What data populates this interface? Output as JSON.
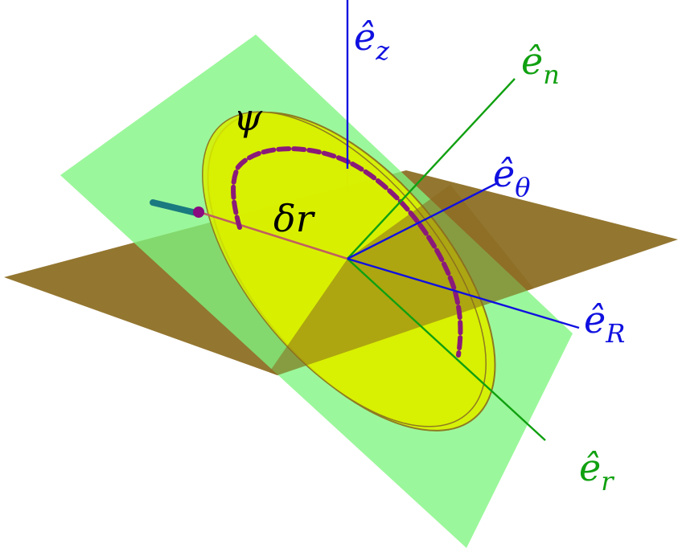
{
  "colors": {
    "horizontal_plane": "#8a6a1e",
    "tilted_plane": "#7ff57f",
    "disk_fill": "#d8f000",
    "disk_edge": "#8e7a20",
    "blue_axis": "#1010e0",
    "green_axis": "#10a010",
    "trajectory": "#8a1a7a",
    "radius": "#c06060",
    "stub": "#1a7a80",
    "point": "#8a0a80"
  },
  "labels": {
    "ez": {
      "base": "ê",
      "sub": "z"
    },
    "en": {
      "base": "ê",
      "sub": "n"
    },
    "etheta": {
      "base": "ê",
      "sub": "θ"
    },
    "eR": {
      "base": "ê",
      "sub": "R"
    },
    "er": {
      "base": "ê",
      "sub": "r"
    },
    "psi": "ψ",
    "dr": "δr"
  }
}
